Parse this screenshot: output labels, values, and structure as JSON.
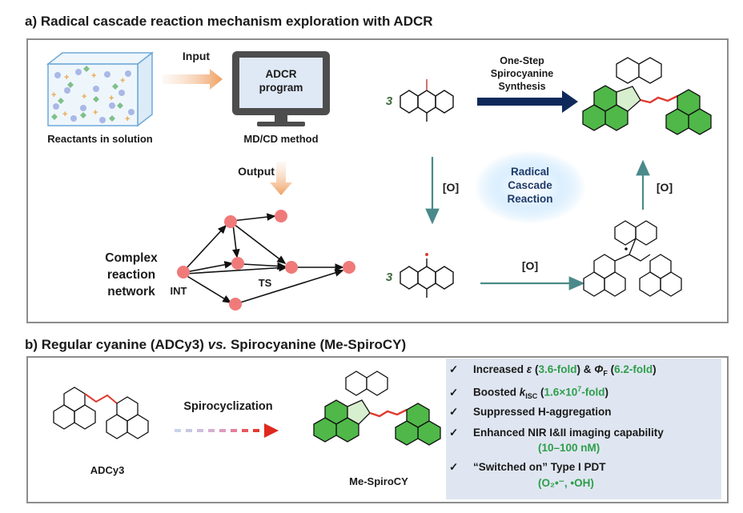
{
  "section_a": {
    "heading": "a) Radical cascade reaction mechanism exploration with ADCR",
    "input_label": "Input",
    "output_label": "Output",
    "monitor_text": "ADCR\nprogram",
    "reactants_label": "Reactants in solution",
    "method_label": "MD/CD method",
    "network_title": "Complex\nreaction\nnetwork",
    "int_label": "INT",
    "ts_label": "TS",
    "stoich_top": "3",
    "stoich_bottom": "3",
    "synthesis_label": "One-Step\nSpirocyanine\nSynthesis",
    "oxidant_left": "[O]",
    "oxidant_bottom": "[O]",
    "oxidant_right": "[O]",
    "cascade_label": "Radical\nCascade\nReaction"
  },
  "section_b": {
    "heading": "b) Regular cyanine (ADCy3) vs. Spirocyanine (Me-SpiroCY)",
    "heading_pre": "b) Regular cyanine (ADCy3) ",
    "heading_vs": "vs.",
    "heading_post": " Spirocyanine (Me-SpiroCY)",
    "left_molecule": "ADCy3",
    "right_molecule": "Me-SpiroCY",
    "arrow_label": "Spirocyclization",
    "checks": [
      {
        "pre": "Increased ",
        "sym": "ε",
        "a": " (",
        "g1": "3.6-fold",
        "b": ") & ",
        "sym2": "Φ",
        "sub2": "F",
        "c": " (",
        "g2": "6.2-fold",
        "d": ")"
      },
      {
        "pre": "Boosted ",
        "sym": "k",
        "sub": "ISC",
        "a": " (",
        "g1": "1.6×10",
        "sup": "7",
        "g1b": "-fold",
        "b": ")"
      },
      {
        "text": "Suppressed H-aggregation"
      },
      {
        "text": "Enhanced NIR I&II imaging capability",
        "line2": "(10–100 nM)"
      },
      {
        "text": "“Switched on” Type I PDT",
        "line2": "(O₂•⁻, •OH)"
      }
    ],
    "check_mark": "✓"
  },
  "colors": {
    "panel_border": "#8c8c8c",
    "green_ring": "#4fb848",
    "red_bond": "#e03a2f",
    "navy_arrow": "#0f2a5a",
    "teal_arrow": "#4a8a8a",
    "node_red": "#f07a7a",
    "highlight_green": "#2e9e4a",
    "check_bg": "#dfe6f1"
  }
}
